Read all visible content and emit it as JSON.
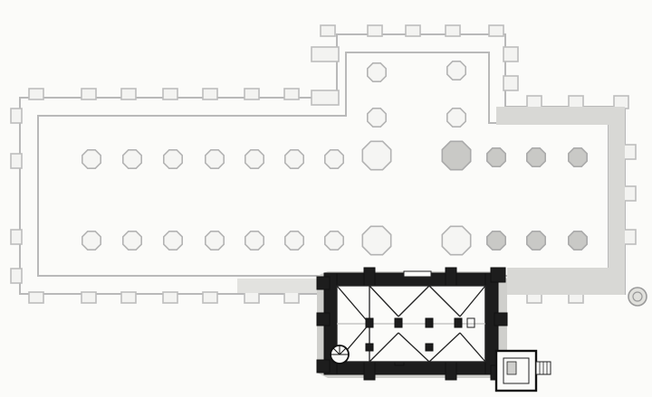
{
  "plan": {
    "colors": {
      "ghost_outline": "#b9b9b9",
      "shaded_fill": "#c9c9c6",
      "built_black": "#1d1d1d",
      "paper": "#fbfbf9"
    },
    "parts": [
      "unbuilt-basilica-outline",
      "nave-columns",
      "built-chapel-black",
      "small-annex-with-stair"
    ]
  }
}
